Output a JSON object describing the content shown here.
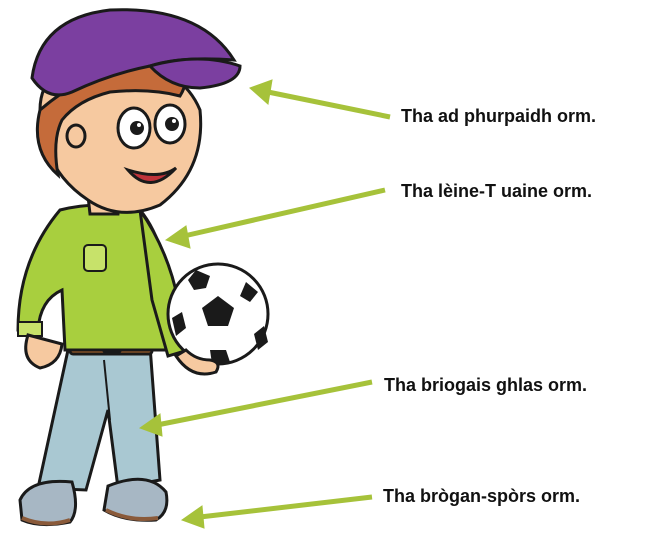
{
  "labels": {
    "hat": "Tha ad phurpaidh orm.",
    "shirt": "Tha lèine-T uaine orm.",
    "trousers": "Tha briogais ghlas orm.",
    "shoes": "Tha brògan-spòrs orm."
  },
  "colors": {
    "arrow": "#a6c23a",
    "hat": "#7b3fa0",
    "shirt": "#a8cf3e",
    "trousers": "#a9c8d2",
    "shoes": "#a7b7c4",
    "hair": "#c56b3a",
    "skin": "#f6c9a0",
    "ball": "#1a1a1a"
  },
  "icons": [
    "boy-figure-illustration",
    "soccer-ball-icon",
    "arrow-icon"
  ]
}
